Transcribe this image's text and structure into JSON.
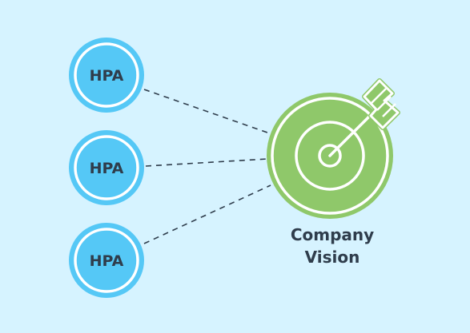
{
  "hpa_nodes": [
    {
      "label": "HPA"
    },
    {
      "label": "HPA"
    },
    {
      "label": "HPA"
    }
  ],
  "target": {
    "label_line1": "Company",
    "label_line2": "Vision"
  },
  "colors": {
    "background": "#d6f3ff",
    "hpa_fill": "#55c8f6",
    "hpa_ring": "#ffffff",
    "target_fill": "#8fc86a",
    "connector": "#2f3d4c",
    "text": "#2f3d4c"
  },
  "icons": [
    "target-icon",
    "arrow-icon"
  ]
}
